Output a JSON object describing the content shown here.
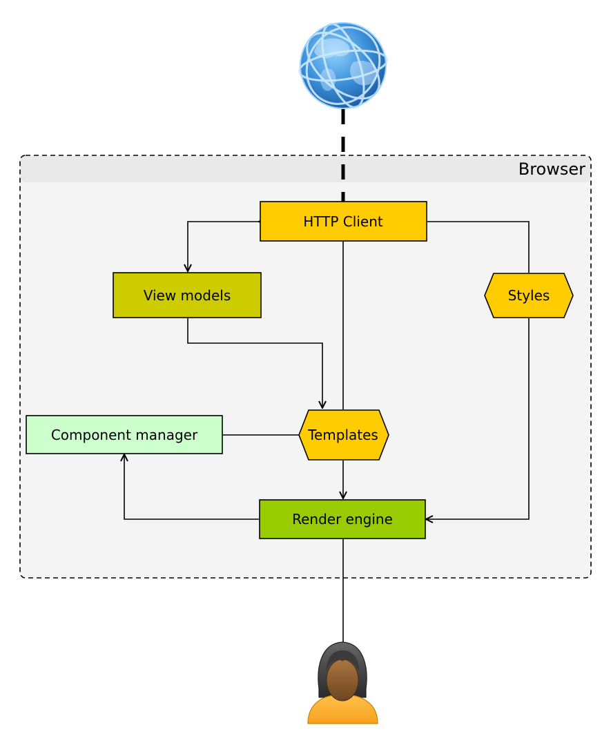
{
  "container": {
    "label": "Browser"
  },
  "nodes": {
    "http_client": {
      "label": "HTTP Client",
      "color": "#ffcc00"
    },
    "view_models": {
      "label": "View models",
      "color": "#cccc00"
    },
    "styles": {
      "label": "Styles",
      "color": "#ffcc00"
    },
    "templates": {
      "label": "Templates",
      "color": "#ffcc00"
    },
    "component_manager": {
      "label": "Component manager",
      "color": "#ccffcc"
    },
    "render_engine": {
      "label": "Render engine",
      "color": "#99cc00"
    }
  },
  "icons": {
    "internet": "globe-icon",
    "user": "user-icon"
  },
  "connections": [
    {
      "from": "internet",
      "to": "http_client",
      "style": "dashed"
    },
    {
      "from": "http_client",
      "to": "view_models",
      "style": "bidirectional-arrow"
    },
    {
      "from": "http_client",
      "to": "templates",
      "style": "line"
    },
    {
      "from": "http_client",
      "to": "styles",
      "style": "line"
    },
    {
      "from": "view_models",
      "to": "templates",
      "style": "arrow"
    },
    {
      "from": "styles",
      "to": "render_engine",
      "style": "arrow"
    },
    {
      "from": "templates",
      "to": "component_manager",
      "style": "line"
    },
    {
      "from": "templates",
      "to": "render_engine",
      "style": "arrow"
    },
    {
      "from": "render_engine",
      "to": "component_manager",
      "style": "arrow"
    },
    {
      "from": "render_engine",
      "to": "user",
      "style": "line"
    }
  ]
}
